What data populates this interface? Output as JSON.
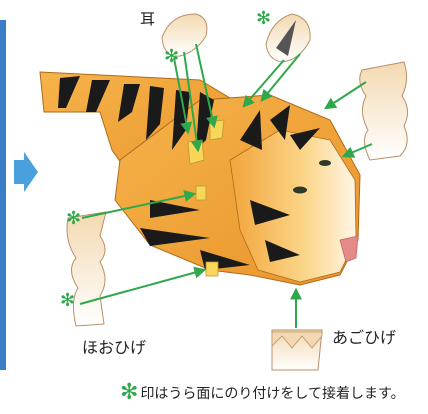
{
  "labels": {
    "ear": "耳",
    "cheek_whiskers": "ほおひげ",
    "chin_whiskers": "あごひげ"
  },
  "footnote": {
    "star": "✻",
    "text": "印はうら面にのり付けをして接着します。"
  },
  "marks": {
    "glue_star": "✻"
  },
  "colors": {
    "arrow": "#2ea84a",
    "star": "#2ea84a",
    "tiger_orange": "#f2a43a",
    "tiger_light": "#fbd68a",
    "stripe": "#1a1a1a",
    "side_bar": "#3a7fc6",
    "side_arrow": "#4aa0dc",
    "paper_part": "#fbf3e2",
    "paper_edge": "#b9906a",
    "nose": "#e58a86"
  },
  "icons": {
    "side_arrow": "arrow-right-icon",
    "glue": "glue-star-icon"
  }
}
